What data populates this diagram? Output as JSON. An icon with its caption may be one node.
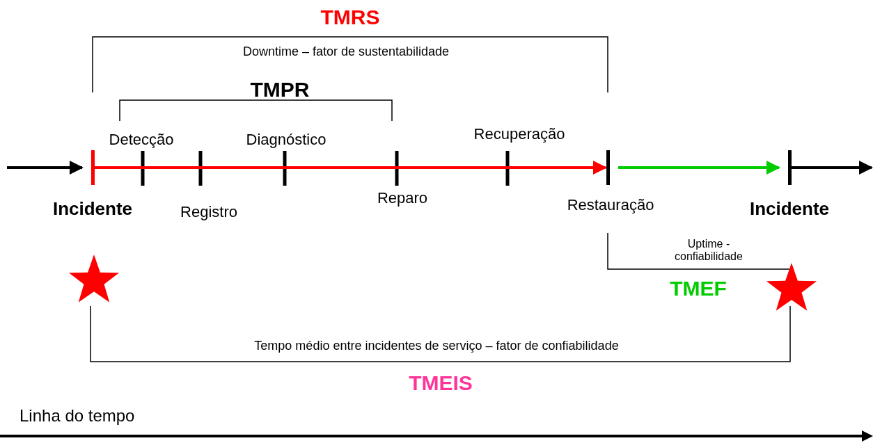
{
  "diagram": {
    "nodes": [
      {
        "text": [],
        "shape": "bar"
      },
      {
        "text": [],
        "shape": "bar"
      },
      {
        "text": [],
        "shape": "bar"
      }
    ],
    "edges": [
      {
        "from": null,
        "to": 0,
        "arrow": "to",
        "color": "#000000"
      },
      {
        "from": 0,
        "to": 1,
        "arrow": "to",
        "color": "#ff0000"
      },
      {
        "from": 1,
        "to": 2,
        "arrow": "to",
        "color": "#00cc00"
      },
      {
        "from": 2,
        "to": null,
        "arrow": "to",
        "color": "#000000"
      }
    ],
    "labels": [
      "TMRS",
      "Downtime – fator de sustentabilidade",
      "TMPR",
      "Detecção",
      "Diagnóstico",
      "Recuperação",
      "Incidente",
      "Registro",
      "Reparo",
      "Restauração",
      "Incidente",
      "Uptime - confiabilidade",
      "TMEF",
      "Tempo médio entre incidentes de serviço – fator de confiabilidade",
      "TMEIS",
      "Linha do tempo"
    ]
  }
}
